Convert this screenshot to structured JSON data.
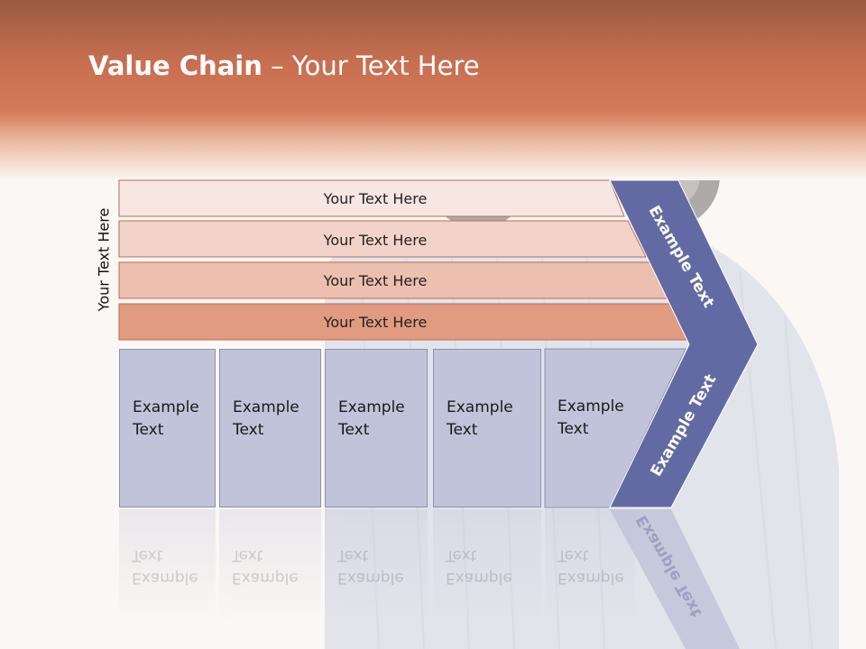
{
  "title": {
    "bold": "Value Chain",
    "rest": " – Your Text Here"
  },
  "vertical_label": "Your Text Here",
  "rows": [
    {
      "label": "Your Text Here",
      "color": "#f7e6e2"
    },
    {
      "label": "Your Text Here",
      "color": "#f3d3c9"
    },
    {
      "label": "Your Text Here",
      "color": "#ecbfae"
    },
    {
      "label": "Your Text Here",
      "color": "#e09b80"
    }
  ],
  "columns": [
    {
      "label": "Example\nText"
    },
    {
      "label": "Example\nText"
    },
    {
      "label": "Example\nText"
    },
    {
      "label": "Example\nText"
    },
    {
      "label": "Example\nText"
    }
  ],
  "chevron": {
    "upper_label": "Example Text",
    "lower_label": "Example Text",
    "color": "#636aa3"
  }
}
